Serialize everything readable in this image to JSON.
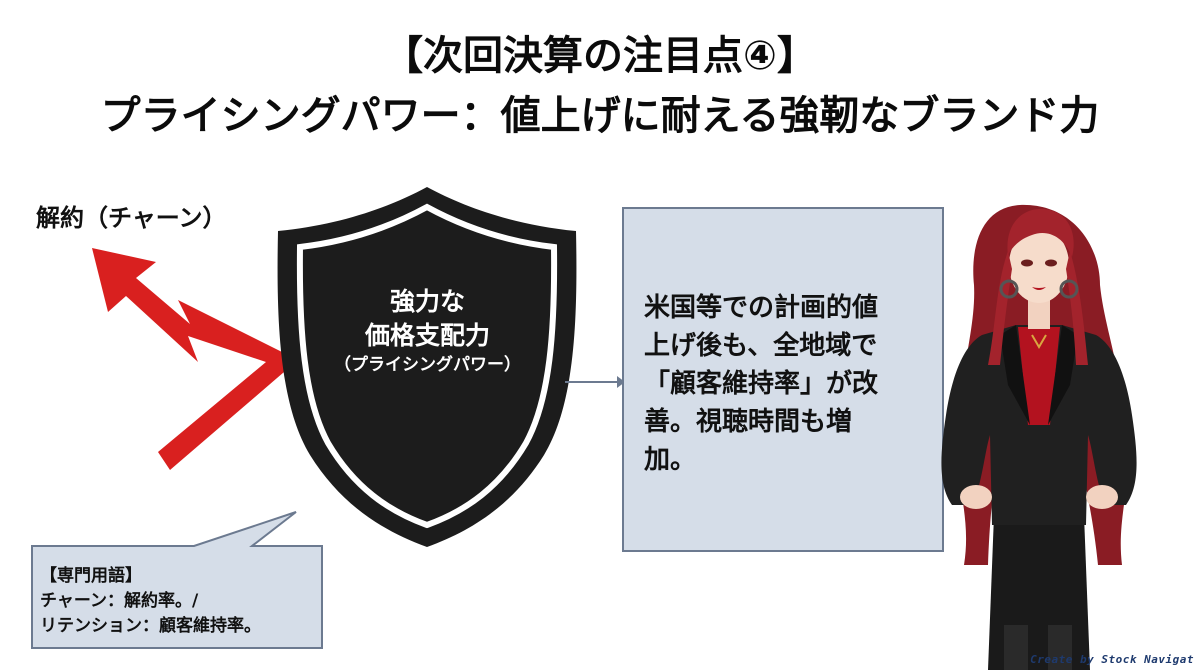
{
  "title": {
    "line1": "【次回決算の注目点④】",
    "line2": "プライシングパワー：値上げに耐える強靭なブランド力"
  },
  "churn": {
    "label": "解約（チャーン）",
    "arrow_color": "#d9201f"
  },
  "shield": {
    "line1": "強力な",
    "line2": "価格支配力",
    "line3": "（プライシングパワー）",
    "color": "#1c1c1c"
  },
  "info_box": {
    "lines": [
      "米国等での計画的値",
      "上げ後も、全地域で",
      "「顧客維持率」が改",
      "善。視聴時間も増",
      "加。"
    ],
    "background": "#d5dde8"
  },
  "glossary": {
    "heading": "【専門用語】",
    "churn_def": "チャーン：解約率。/",
    "retention_def": "リテンション：顧客維持率。"
  },
  "credit": "Create by Stock Navigat"
}
